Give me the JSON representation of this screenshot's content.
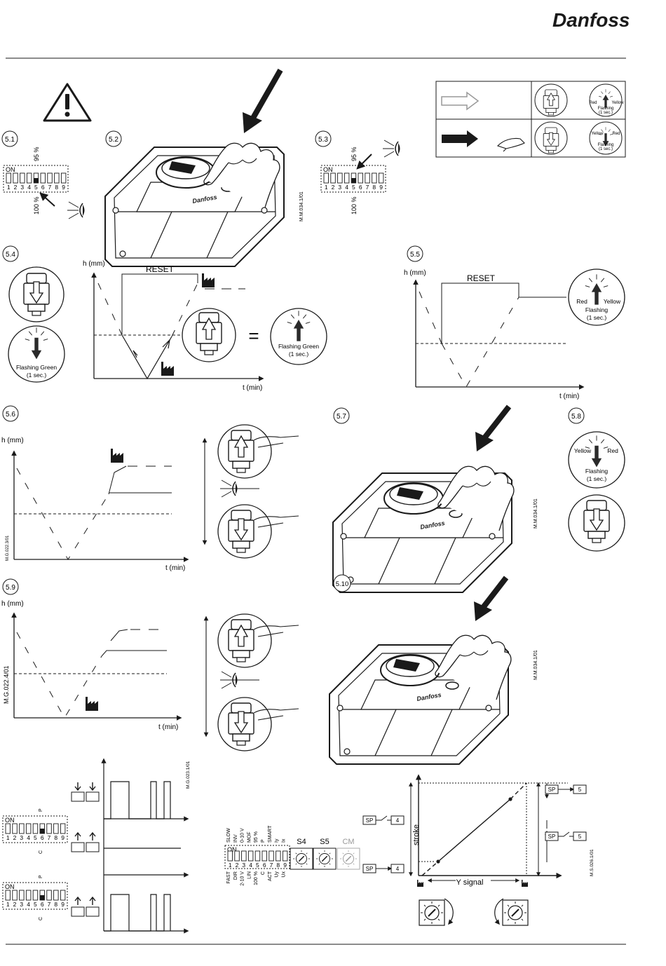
{
  "brand": {
    "logo_text": "Danfoss"
  },
  "steps": {
    "s51": "5.1",
    "s52": "5.2",
    "s53": "5.3",
    "s54": "5.4",
    "s55": "5.5",
    "s56": "5.6",
    "s57": "5.7",
    "s58": "5.8",
    "s59": "5.9",
    "s510": "5.10"
  },
  "dip": {
    "on_label": "ON",
    "numbers": [
      "1",
      "2",
      "3",
      "4",
      "5",
      "6",
      "7",
      "8",
      "9"
    ],
    "pct95": "95 %",
    "pct100": "100 %"
  },
  "legend": {
    "red": "Red",
    "yellow": "Yellow",
    "flashing": "Flashing",
    "one_sec": "(1 sec.)"
  },
  "graph": {
    "h_label": "h (mm)",
    "t_label": "t (min)",
    "reset": "RESET",
    "flashing_green": "Flashing Green",
    "one_sec": "(1 sec.)",
    "equals": "="
  },
  "codes": {
    "c52": "M.M.034.1/01",
    "c56": "M.G.022.3/01",
    "c57": "M.M.034.1/01",
    "c59": "M.G.022.4/01",
    "c510": "M.M.034.1/01",
    "c_bottom_left": "M.G.023.1/01",
    "c_bottom_right": "M.S.026.1/01"
  },
  "bottom_left": {
    "p_label": "P",
    "c_label": "C"
  },
  "settings": {
    "top_labels": [
      "SLOW",
      "INV",
      "0-10 V",
      "MOF",
      "95 %",
      "P",
      "SMART",
      "Iy",
      "Ix"
    ],
    "bottom_labels": [
      "FAST",
      "DIR",
      "2-10 V",
      "LIN",
      "100 %",
      "C",
      "ACT",
      "Uy",
      "Ux"
    ],
    "s4": "S4",
    "s5": "S5",
    "cm": "CM"
  },
  "stroke": {
    "y_label": "stroke",
    "x_label": "Y signal",
    "sp": "SP",
    "n4": "4",
    "n5": "5"
  }
}
